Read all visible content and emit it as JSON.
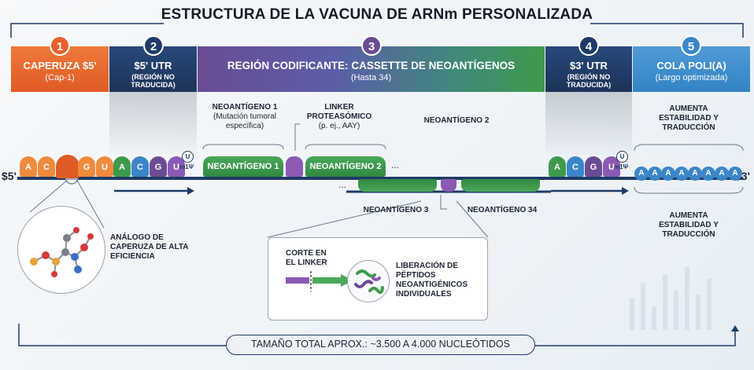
{
  "title": "ESTRUCTURA DE LA VACUNA DE ARNm PERSONALIZADA",
  "sections": [
    {
      "num": "1",
      "title": "CAPERUZA $5'",
      "subtitle": "(Cap-1)",
      "color": "#e8612c"
    },
    {
      "num": "2",
      "title": "$5' UTR",
      "subtitle": "(REGIÓN NO TRADUCIDA)",
      "color": "#1f3b66"
    },
    {
      "num": "3",
      "title": "REGIÓN CODIFICANTE: CASSETTE DE NEOANTÍGENOS",
      "subtitle": "(Hasta 34)",
      "color": "#6a4c93"
    },
    {
      "num": "4",
      "title": "$3' UTR",
      "subtitle": "(REGIÓN NO TRADUCIDA)",
      "color": "#1f3b66"
    },
    {
      "num": "5",
      "title": "COLA POLI(A)",
      "subtitle": "(Largo optimizada)",
      "color": "#3a86c8"
    }
  ],
  "strand": {
    "five_prime": "$5'",
    "three_prime": "$3'",
    "cap_bases": [
      "A",
      "C",
      "G",
      "U"
    ],
    "utr5_bases": [
      "A",
      "C",
      "G",
      "U"
    ],
    "utr3_bases": [
      "A",
      "C",
      "G",
      "U"
    ],
    "m1psi": "m1Ψ",
    "u_mark": "U",
    "poly_a": [
      "A",
      "A",
      "A",
      "A",
      "A",
      "A",
      "A",
      "A"
    ]
  },
  "coding": {
    "neo1_label": "NEOANTÍGENO 1",
    "neo1_note": "(Mutación tumoral específica)",
    "linker_label": "LINKER PROTEASÓMICO",
    "linker_note": "(p. ej., AAY)",
    "neo2_label": "NEOANTÍGENO 2",
    "neo1_block": "NEOANTÍGENO 1",
    "neo2_block": "NEOANTÍGENO 2",
    "neo3_label": "NEOANTÍGENO 3",
    "neo34_label": "NEOANTÍGENO 34",
    "ellipsis": "..."
  },
  "polya_notes": {
    "top": "AUMENTA ESTABILIDAD Y TRADUCCIÓN",
    "bottom": "AUMENTA ESTABILIDAD Y TRADUCCIÓN"
  },
  "cap_analog_label": "ANÁLOGO DE CAPERUZA DE ALTA EFICIENCIA",
  "cleavage": {
    "cut_label": "CORTE EN EL LINKER",
    "release_label": "LIBERACIÓN DE PÉPTIDOS NEOANTIGÉNICOS INDIVIDUALES"
  },
  "footer": "TAMAÑO TOTAL APROX.: ~3.500 A 4.000 NUCLEÓTIDOS",
  "colors": {
    "orange": "#e8612c",
    "navy": "#1f3b66",
    "purple": "#6a4c93",
    "green": "#3e9a4a",
    "blue": "#3a86c8",
    "linker": "#8a5ab5"
  }
}
